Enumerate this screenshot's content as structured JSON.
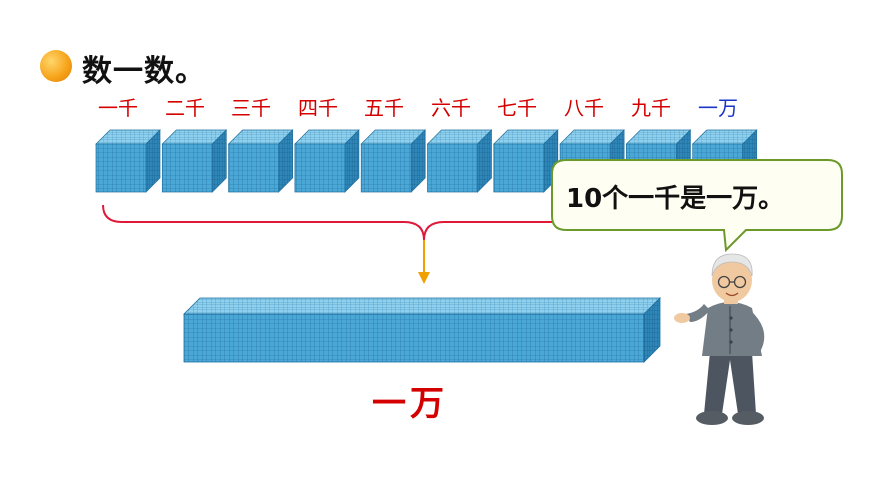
{
  "heading": "数一数。",
  "counter_labels": [
    "一千",
    "二千",
    "三千",
    "四千",
    "五千",
    "六千",
    "七千",
    "八千",
    "九千",
    "一万"
  ],
  "speech": "10个一千是一万。",
  "big_block_label": "一万",
  "colors": {
    "label_red": "#d40000",
    "label_blue": "#1a35c8",
    "cube": "#4aa7d6",
    "brace": "#e0183a",
    "arrow": "#f0a000"
  },
  "icons": [
    "orange-bullet-icon",
    "teacher-icon",
    "down-arrow-icon"
  ]
}
